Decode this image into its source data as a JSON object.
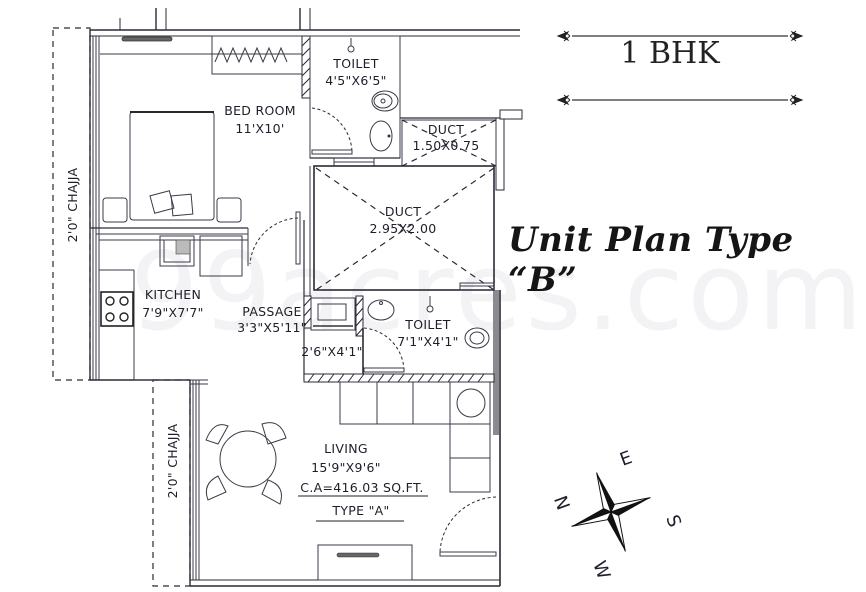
{
  "header": {
    "config": "1 BHK",
    "plan_title": "Unit Plan Type “B”"
  },
  "watermark": "99acres.com",
  "rooms": {
    "bedroom": {
      "name": "BED ROOM",
      "size": "11'X10'"
    },
    "toilet_1": {
      "name": "TOILET",
      "size": "4'5\"X6'5\""
    },
    "duct_small": {
      "name": "DUCT",
      "size": "1.50X0.75"
    },
    "duct_large": {
      "name": "DUCT",
      "size": "2.95X2.00"
    },
    "kitchen": {
      "name": "KITCHEN",
      "size": "7'9\"X7'7\""
    },
    "passage": {
      "name": "PASSAGE",
      "size": "3'3\"X5'11\""
    },
    "wash": {
      "size": "2'6\"X4'1\""
    },
    "toilet_2": {
      "name": "TOILET",
      "size": "7'1\"X4'1\""
    },
    "living": {
      "name": "LIVING",
      "size": "15'9\"X9'6\""
    }
  },
  "carpet_area": "C.A=416.03 SQ.FT.",
  "type_label": "TYPE \"A\"",
  "chajja": {
    "left": "2'0\" CHAJJA",
    "lower_left": "2'0\" CHAJJA"
  },
  "compass": {
    "n": "N",
    "e": "E",
    "s": "S",
    "w": "W"
  },
  "colors": {
    "line": "#2a2a35",
    "text": "#1e1e2a",
    "background": "#ffffff"
  }
}
